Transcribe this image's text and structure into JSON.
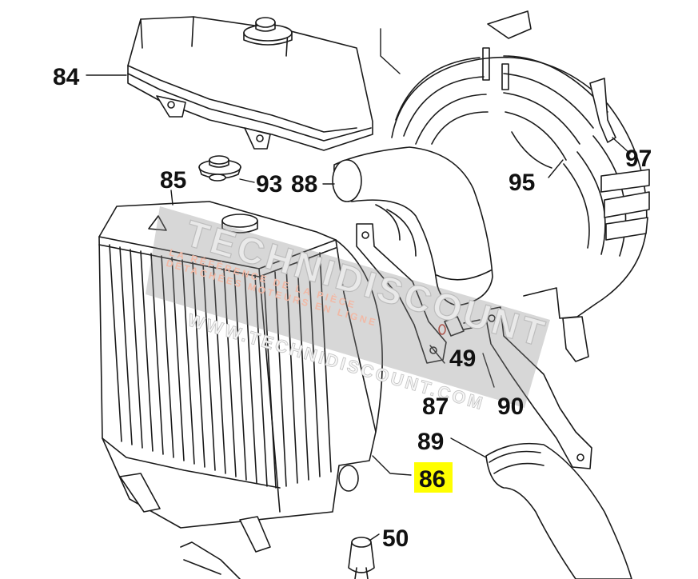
{
  "callouts": {
    "p84": "84",
    "p85": "85",
    "p93": "93",
    "p88": "88",
    "p95": "95",
    "p97": "97",
    "p49": "49",
    "p87": "87",
    "p90": "90",
    "p89": "89",
    "p86": "86",
    "p50": "50"
  },
  "highlighted_callout": "86",
  "colors": {
    "highlight": "#ffff00",
    "line": "#1a1a1a",
    "watermark_band": "#8c8c8c"
  },
  "watermark": {
    "brand": "TECHNIDISCOUNT",
    "tagline_1": "LA RÉFÉRENCE DE LA PIÈCE",
    "tagline_2": "DÉTACHÉES MOTEURS EN LIGNE",
    "url": "WWW.TECHNIDISCOUNT.COM"
  }
}
